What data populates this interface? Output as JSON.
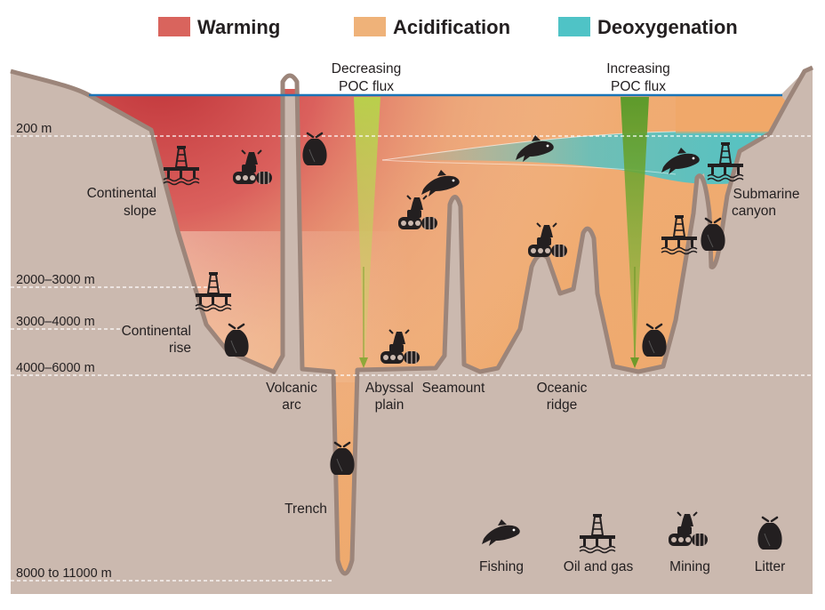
{
  "legend": {
    "items": [
      {
        "label": "Warming",
        "color": "#d9645d"
      },
      {
        "label": "Acidification",
        "color": "#efb279"
      },
      {
        "label": "Deoxygenation",
        "color": "#4fc3c6"
      }
    ]
  },
  "poc": {
    "decreasing": {
      "line1": "Decreasing",
      "line2": "POC flux"
    },
    "increasing": {
      "line1": "Increasing",
      "line2": "POC flux"
    }
  },
  "depths": {
    "d200": "200 m",
    "d2000": "2000–3000 m",
    "d3000": "3000–4000 m",
    "d4000": "4000–6000 m",
    "d8000": "8000 to 11000 m"
  },
  "features": {
    "continental_slope": {
      "line1": "Continental",
      "line2": "slope"
    },
    "continental_rise": {
      "line1": "Continental",
      "line2": "rise"
    },
    "volcanic_arc": {
      "line1": "Volcanic",
      "line2": "arc"
    },
    "abyssal_plain": {
      "line1": "Abyssal",
      "line2": "plain"
    },
    "seamount": "Seamount",
    "oceanic_ridge": {
      "line1": "Oceanic",
      "line2": "ridge"
    },
    "submarine_canyon": {
      "line1": "Submarine",
      "line2": "canyon"
    },
    "trench": "Trench"
  },
  "key": {
    "fishing": "Fishing",
    "oil_gas": "Oil and gas",
    "mining": "Mining",
    "litter": "Litter"
  },
  "colors": {
    "seafloor": "#cbb9af",
    "outline": "#9c857a",
    "sea_surface": "#1a75b8",
    "warming": "#c0333a",
    "acidification": "#eda968",
    "deoxygenation": "#4fc3c6",
    "flux_beam": "#a6c940",
    "icon": "#231f20"
  }
}
